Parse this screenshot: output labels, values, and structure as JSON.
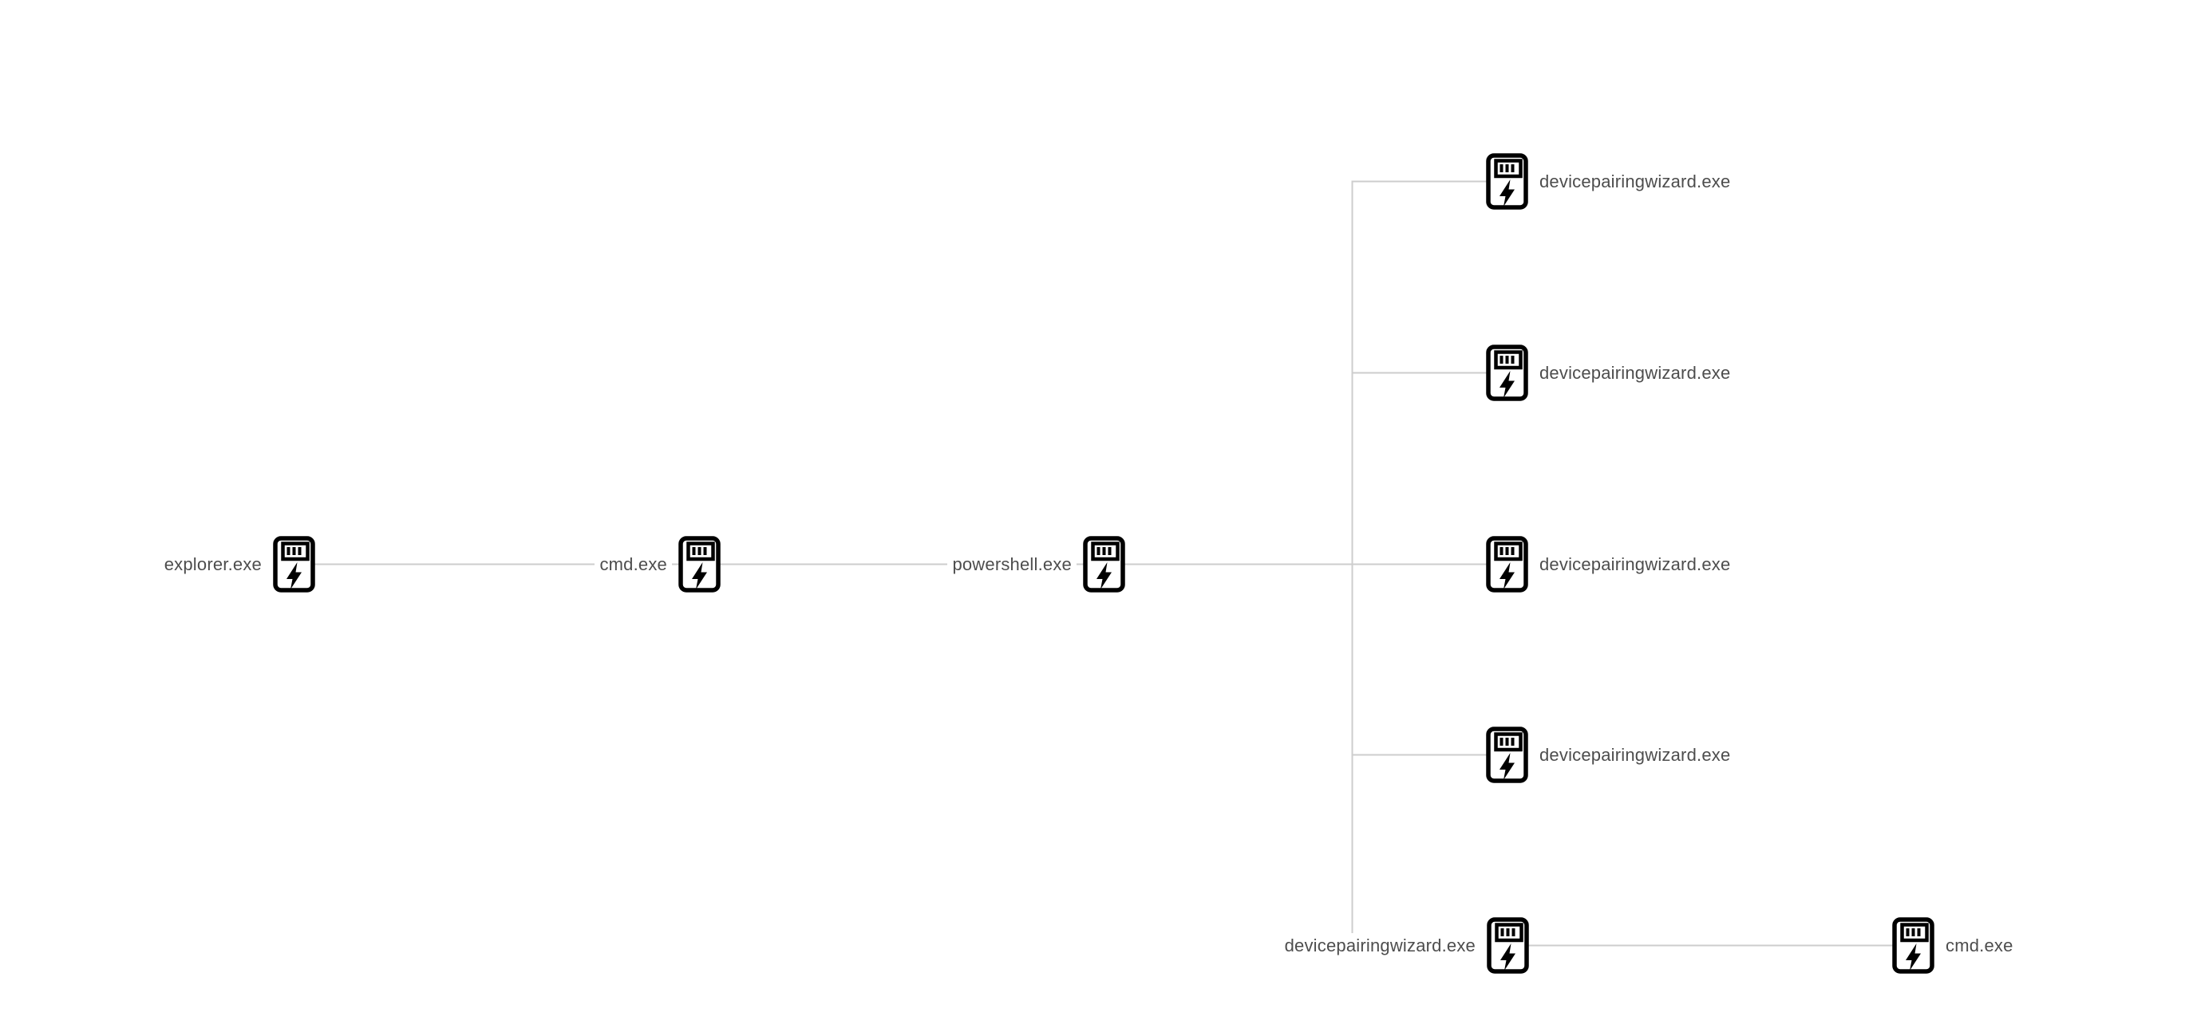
{
  "graph": {
    "colors": {
      "background": "#ffffff",
      "edge": "#cdcdcd",
      "label": "#4d4d4d",
      "icon": "#000000"
    },
    "nodes": [
      {
        "id": "explorer",
        "label": "explorer.exe",
        "label_side": "left"
      },
      {
        "id": "cmd-1",
        "label": "cmd.exe",
        "label_side": "left"
      },
      {
        "id": "powershell",
        "label": "powershell.exe",
        "label_side": "left"
      },
      {
        "id": "devicepairingwizard-1",
        "label": "devicepairingwizard.exe",
        "label_side": "right"
      },
      {
        "id": "devicepairingwizard-2",
        "label": "devicepairingwizard.exe",
        "label_side": "right"
      },
      {
        "id": "devicepairingwizard-3",
        "label": "devicepairingwizard.exe",
        "label_side": "right"
      },
      {
        "id": "devicepairingwizard-4",
        "label": "devicepairingwizard.exe",
        "label_side": "right"
      },
      {
        "id": "devicepairingwizard-5",
        "label": "devicepairingwizard.exe",
        "label_side": "left"
      },
      {
        "id": "cmd-2",
        "label": "cmd.exe",
        "label_side": "right"
      }
    ],
    "edges": [
      {
        "from": "explorer",
        "to": "cmd-1"
      },
      {
        "from": "cmd-1",
        "to": "powershell"
      },
      {
        "from": "powershell",
        "to": "devicepairingwizard-1"
      },
      {
        "from": "powershell",
        "to": "devicepairingwizard-2"
      },
      {
        "from": "powershell",
        "to": "devicepairingwizard-3"
      },
      {
        "from": "powershell",
        "to": "devicepairingwizard-4"
      },
      {
        "from": "powershell",
        "to": "devicepairingwizard-5"
      },
      {
        "from": "devicepairingwizard-5",
        "to": "cmd-2"
      }
    ]
  }
}
